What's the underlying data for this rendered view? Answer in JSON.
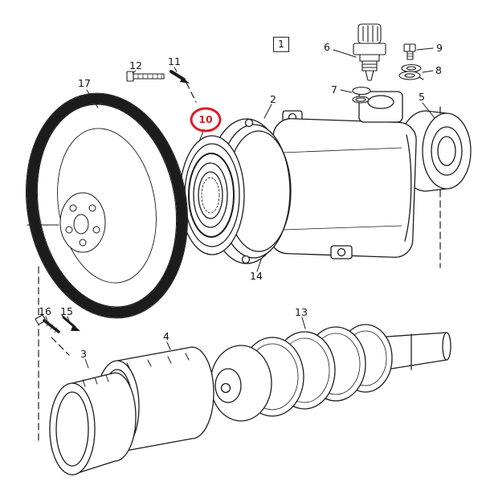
{
  "diagram": {
    "kind": "exploded-parts-diagram",
    "highlighted_part": "10",
    "colors": {
      "line": "#1c1c1c",
      "highlight": "#d91e26",
      "background": "#ffffff"
    },
    "labels": [
      {
        "text": "1",
        "boxed": true
      },
      {
        "text": "2"
      },
      {
        "text": "3"
      },
      {
        "text": "4"
      },
      {
        "text": "5"
      },
      {
        "text": "6"
      },
      {
        "text": "7"
      },
      {
        "text": "8"
      },
      {
        "text": "9"
      },
      {
        "text": "10",
        "highlighted": true
      },
      {
        "text": "11"
      },
      {
        "text": "12"
      },
      {
        "text": "13"
      },
      {
        "text": "14"
      },
      {
        "text": "15"
      },
      {
        "text": "16"
      },
      {
        "text": "17"
      }
    ]
  }
}
